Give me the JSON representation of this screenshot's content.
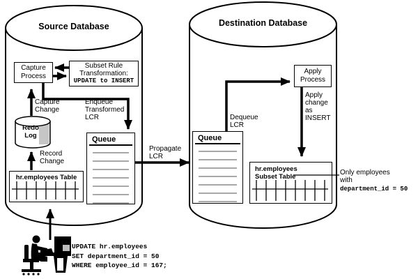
{
  "source_db": {
    "title": "Source Database"
  },
  "dest_db": {
    "title": "Destination Database"
  },
  "capture_process": {
    "label": "Capture\nProcess"
  },
  "subset_rule": {
    "line1": "Subset Rule",
    "line2": "Transformation:",
    "code": "UPDATE to INSERT"
  },
  "apply_process": {
    "label": "Apply\nProcess"
  },
  "labels": {
    "capture_change": "Capture\nChange",
    "enqueue": "Enqueue\nTransformed\nLCR",
    "record_change": "Record\nChange",
    "propagate": "Propagate\nLCR",
    "dequeue": "Dequeue\nLCR",
    "apply_change": "Apply\nchange\nas\nINSERT"
  },
  "source_queue": {
    "title": "Queue"
  },
  "dest_queue": {
    "title": "Queue"
  },
  "redo_log": {
    "label": "Redo\nLog"
  },
  "source_table": {
    "label": "hr.employees Table"
  },
  "subset_table": {
    "line1": "hr.employees",
    "line2": "Subset Table"
  },
  "subset_note": {
    "line1": "Only employees",
    "line2": "with",
    "code": "department_id = 50"
  },
  "sql": {
    "text": "UPDATE hr.employees\nSET department_id = 50\nWHERE employee_id = 167;"
  }
}
